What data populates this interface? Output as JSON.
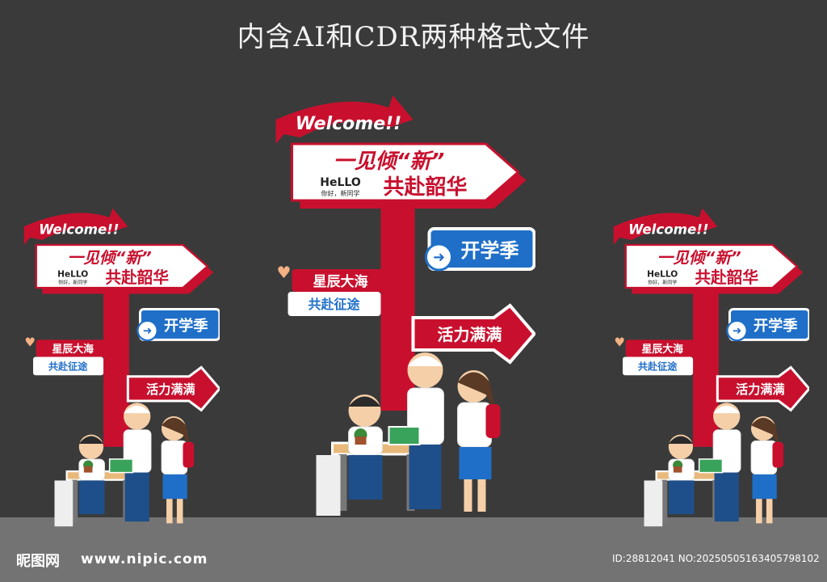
{
  "header": {
    "title": "内含AI和CDR两种格式文件"
  },
  "sign": {
    "welcome": "Welcome!!",
    "main_line1": "一见倾“新”",
    "hello": "HeLLO",
    "greeting": "你好，新同学",
    "main_line2": "共赴韶华",
    "school_start": "开学季",
    "star_line1": "星辰大海",
    "star_line2": "共赴征途",
    "vigor": "活力满满"
  },
  "watermark": {
    "logo": "昵图网",
    "url": "www.nipic.com",
    "id": "ID:28812041 NO:20250505163405798102"
  },
  "colors": {
    "background": "#3a3a3a",
    "floor": "#737373",
    "red": "#c8102e",
    "blue": "#1f6fc8",
    "white": "#ffffff"
  }
}
